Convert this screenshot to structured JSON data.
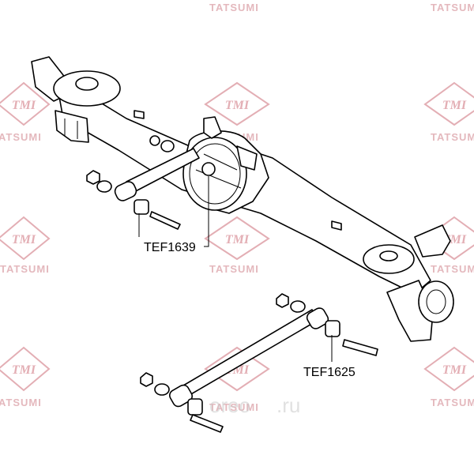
{
  "watermark": {
    "brand_text": "TATSUMI",
    "logo_text": "TMI",
    "color": "#e4b8bd"
  },
  "callouts": {
    "upper_link": "TEF1639",
    "lower_link": "TEF1625"
  },
  "site_watermark": {
    "name": "oreo",
    "tld": ".ru"
  }
}
